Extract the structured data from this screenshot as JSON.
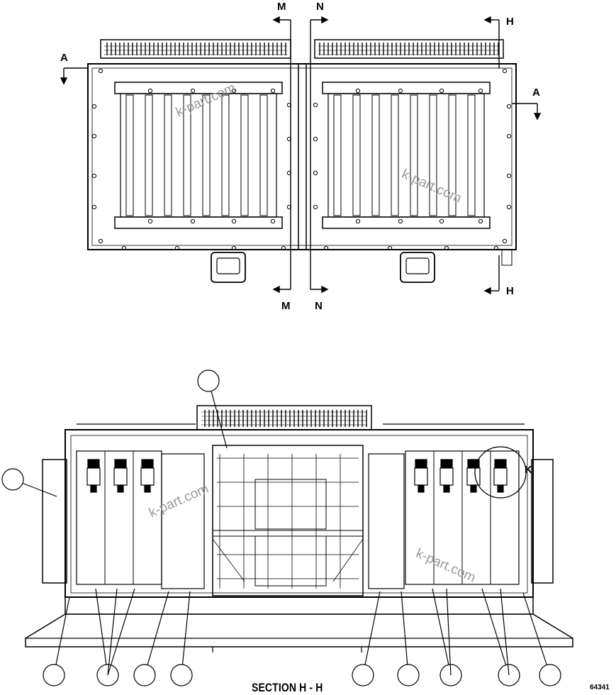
{
  "figure": {
    "number": "64341",
    "section_caption": "SECTION H - H",
    "watermark": "k-part.com"
  },
  "section_markers": {
    "M": "M",
    "N": "N",
    "H": "H",
    "A": "A"
  },
  "detail_markers": {
    "K": "K"
  }
}
